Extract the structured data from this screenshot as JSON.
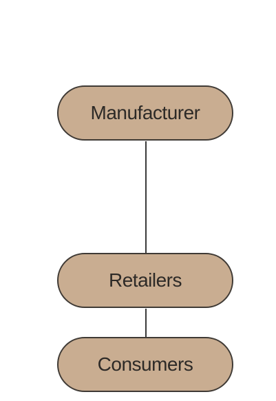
{
  "diagram": {
    "nodes": [
      {
        "label": "Manufacturer"
      },
      {
        "label": "Retailers"
      },
      {
        "label": "Consumers"
      }
    ],
    "colors": {
      "node_fill": "#c9ad91",
      "node_border": "#3f3a35",
      "connector": "#3a3a3a",
      "text": "#2d2a27"
    }
  }
}
